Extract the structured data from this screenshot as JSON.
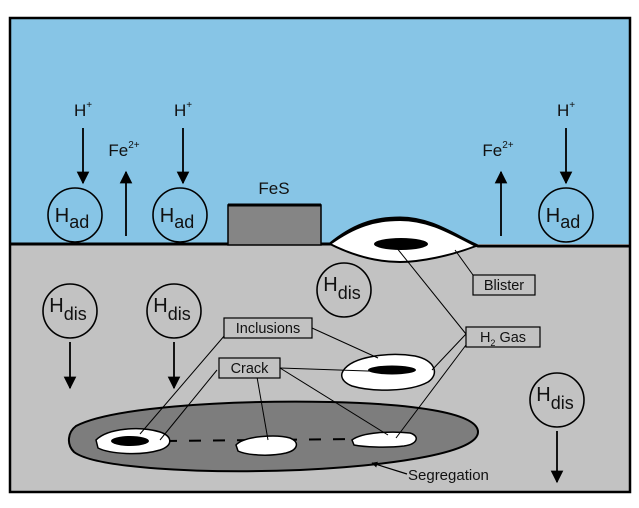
{
  "colors": {
    "electrolyte": "#87c5e6",
    "metal": "#c2c2c2",
    "segregation": "#7d7d7d",
    "fes_scale": "#858585",
    "void": "#ffffff",
    "gas": "#000000",
    "frame": "#000000"
  },
  "labels": {
    "h_plus": "H",
    "h_plus_sup": "+",
    "fe": "Fe",
    "fe_sup": "2+",
    "h_ad_base": "H",
    "h_ad_sub": "ad",
    "h_dis_base": "H",
    "h_dis_sub": "dis",
    "fes": "FeS",
    "blister": "Blister",
    "inclusions": "Inclusions",
    "crack": "Crack",
    "h2_base": "H",
    "h2_sub": "2",
    "h2_rest": " Gas",
    "segregation": "Segregation"
  }
}
